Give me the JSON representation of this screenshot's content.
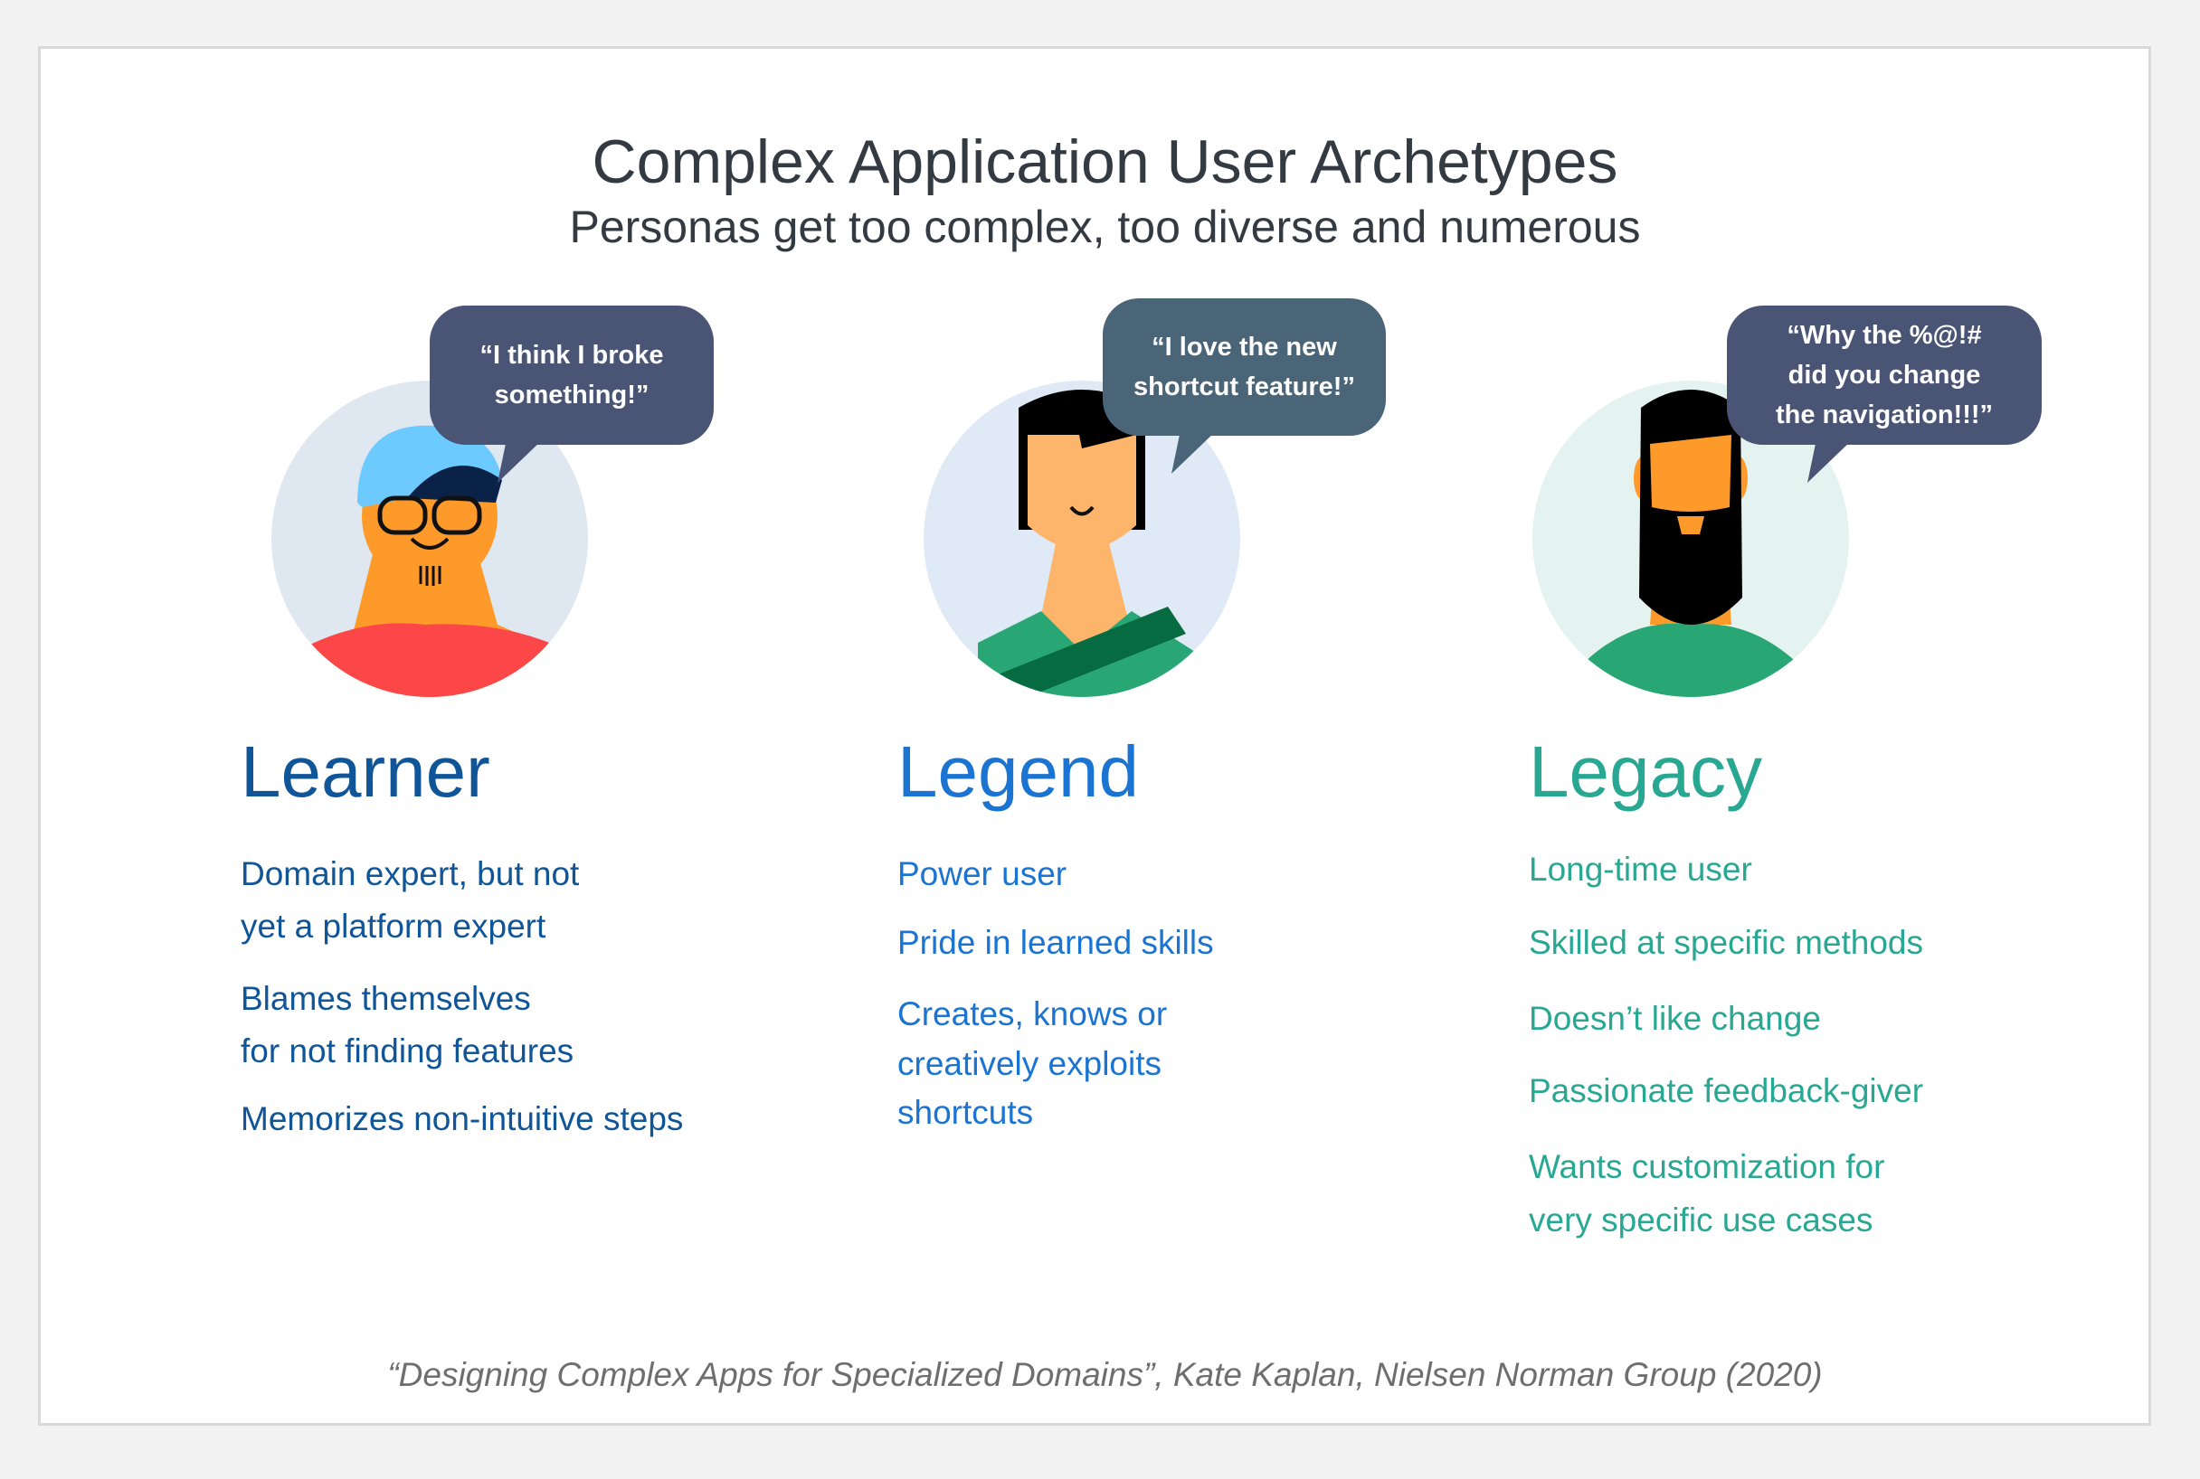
{
  "title": "Complex Application User Archetypes",
  "subtitle": "Personas get too complex, too diverse and numerous",
  "colors": {
    "learner": "#0f5598",
    "legend": "#1b74d2",
    "legacy": "#28a893",
    "bubble": "#4a5474"
  },
  "archetypes": [
    {
      "name": "Learner",
      "quote": [
        "“I think I broke",
        "something!”"
      ],
      "traits": [
        "Domain expert, but not",
        "yet a platform expert",
        "Blames themselves",
        "for not finding features",
        "Memorizes non-intuitive steps"
      ]
    },
    {
      "name": "Legend",
      "quote": [
        "“I love the new",
        "shortcut feature!”"
      ],
      "traits": [
        "Power user",
        "Pride in learned skills",
        "Creates, knows or",
        "creatively exploits",
        "shortcuts"
      ]
    },
    {
      "name": "Legacy",
      "quote": [
        "“Why the %@!#",
        "did you change",
        "the navigation!!!”"
      ],
      "traits": [
        "Long-time user",
        "Skilled at specific methods",
        "Doesn’t like change",
        "Passionate feedback-giver",
        "Wants customization for",
        "very specific use cases"
      ]
    }
  ],
  "citation": "“Designing Complex Apps for Specialized Domains”, Kate Kaplan, Nielsen Norman Group (2020)"
}
